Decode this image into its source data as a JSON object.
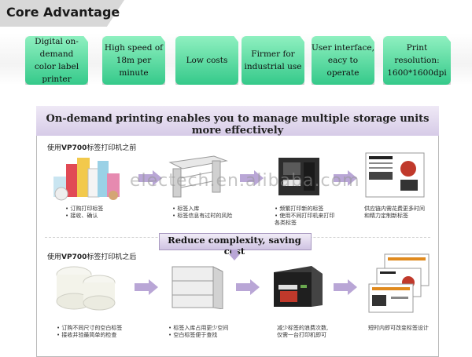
{
  "header": {
    "title": "Core Advantage"
  },
  "features": [
    {
      "line1": "Digital on-demand",
      "line2": "color label printer"
    },
    {
      "line1": "High speed of",
      "line2": "18m per minute"
    },
    {
      "line1": "Low costs",
      "line2": ""
    },
    {
      "line1": "Firmer for",
      "line2": "industrial use"
    },
    {
      "line1": "User interface,",
      "line2": "eacy to operate"
    },
    {
      "line1": "Print resolution:",
      "line2": "1600*1600dpi"
    }
  ],
  "banner": {
    "title": "On-demand printing enables you to manage multiple storage units more effectively"
  },
  "before": {
    "label_prefix": "使用",
    "label_model": "VP700",
    "label_suffix": "标签打印机之前",
    "captions": [
      [
        "• 订购打印标签",
        "• 接收、确认"
      ],
      [
        "• 标签入库",
        "• 标签信息有过时的风险"
      ],
      [
        "• 频繁打印新的标签",
        "• 使用不同打印机来打印",
        "  各类标签"
      ],
      [
        "供应链内需花费更多时间",
        "和精力定制新标签"
      ]
    ]
  },
  "middle": {
    "title": "Reduce complexity, saving cost"
  },
  "after": {
    "label_prefix": "使用",
    "label_model": "VP700",
    "label_suffix": "标签打印机之后",
    "captions": [
      [
        "• 订购不同尺寸的空白标签",
        "• 接收并验最简单的检查"
      ],
      [
        "• 标签入库占用更少空间",
        "• 空白标签便于查找"
      ],
      [
        "减少标签的浪费次数,",
        "仅需一台打印机即可"
      ],
      [
        "短时内即可改变标签设计"
      ]
    ]
  },
  "watermark": {
    "text": "electech.en.alibaba.com"
  },
  "colors": {
    "card_top": "#8ff0c0",
    "card_bottom": "#35c98a",
    "banner": "#d6cbe7",
    "arrow": "#b9a6d6"
  }
}
